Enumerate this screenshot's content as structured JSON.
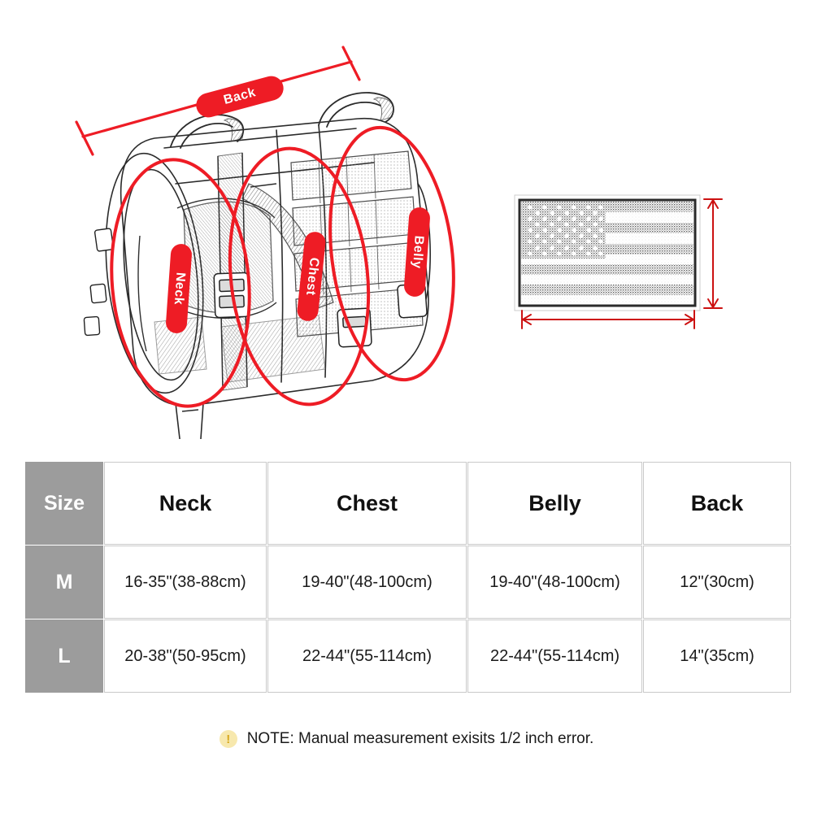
{
  "illustration": {
    "product_name": "tactical-dog-harness",
    "accent_color": "#ee1c25",
    "measurement_labels": [
      {
        "key": "back",
        "text": "Back",
        "icon": "measure-line-icon"
      },
      {
        "key": "neck",
        "text": "Neck",
        "icon": "measure-ellipse-icon"
      },
      {
        "key": "chest",
        "text": "Chest",
        "icon": "measure-ellipse-icon"
      },
      {
        "key": "belly",
        "text": "Belly",
        "icon": "measure-ellipse-icon"
      }
    ],
    "patch": {
      "name": "us-flag-patch",
      "width_arrow": "double-headed-horizontal-arrow",
      "height_arrow": "double-headed-vertical-arrow"
    }
  },
  "table": {
    "header_bg": "#9c9c9c",
    "columns": [
      "Size",
      "Neck",
      "Chest",
      "Belly",
      "Back"
    ],
    "rows": [
      {
        "size": "M",
        "neck": "16-35\"(38-88cm)",
        "chest": "19-40\"(48-100cm)",
        "belly": "19-40\"(48-100cm)",
        "back": "12\"(30cm)"
      },
      {
        "size": "L",
        "neck": "20-38\"(50-95cm)",
        "chest": "22-44\"(55-114cm)",
        "belly": "22-44\"(55-114cm)",
        "back": "14\"(35cm)"
      }
    ]
  },
  "note": {
    "icon": "exclamation-circle-icon",
    "icon_glyph": "!",
    "text": "NOTE: Manual measurement exisits 1/2 inch error."
  }
}
